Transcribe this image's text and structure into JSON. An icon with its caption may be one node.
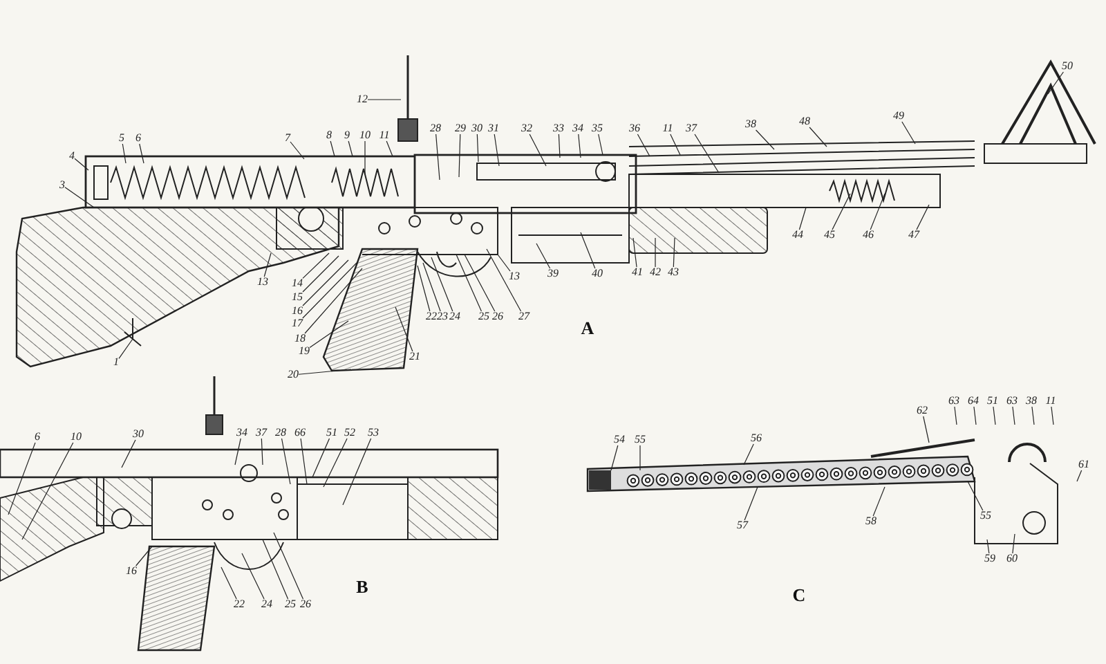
{
  "diagram": {
    "nodes": [
      {
        "text": [
          "12"
        ]
      },
      {
        "text": [
          "4"
        ]
      },
      {
        "text": [
          "5"
        ]
      },
      {
        "text": [
          "6"
        ]
      },
      {
        "text": [
          "7"
        ]
      },
      {
        "text": [
          "8"
        ]
      },
      {
        "text": [
          "9"
        ]
      },
      {
        "text": [
          "10"
        ]
      },
      {
        "text": [
          "11"
        ]
      },
      {
        "text": [
          "28"
        ]
      },
      {
        "text": [
          "29"
        ]
      },
      {
        "text": [
          "30"
        ]
      },
      {
        "text": [
          "31"
        ]
      },
      {
        "text": [
          "32"
        ]
      },
      {
        "text": [
          "33"
        ]
      },
      {
        "text": [
          "34"
        ]
      },
      {
        "text": [
          "35"
        ]
      },
      {
        "text": [
          "36"
        ]
      },
      {
        "text": [
          "11"
        ]
      },
      {
        "text": [
          "37"
        ]
      },
      {
        "text": [
          "38"
        ]
      },
      {
        "text": [
          "48"
        ]
      },
      {
        "text": [
          "49"
        ]
      },
      {
        "text": [
          "50"
        ]
      },
      {
        "text": [
          "3"
        ]
      },
      {
        "text": [
          "13"
        ]
      },
      {
        "text": [
          "14"
        ]
      },
      {
        "text": [
          "15"
        ]
      },
      {
        "text": [
          "16"
        ]
      },
      {
        "text": [
          "17"
        ]
      },
      {
        "text": [
          "18"
        ]
      },
      {
        "text": [
          "19"
        ]
      },
      {
        "text": [
          "20"
        ]
      },
      {
        "text": [
          "1"
        ]
      },
      {
        "text": [
          "21"
        ]
      },
      {
        "text": [
          "22"
        ]
      },
      {
        "text": [
          "23"
        ]
      },
      {
        "text": [
          "24"
        ]
      },
      {
        "text": [
          "25"
        ]
      },
      {
        "text": [
          "26"
        ]
      },
      {
        "text": [
          "27"
        ]
      },
      {
        "text": [
          "13"
        ]
      },
      {
        "text": [
          "39"
        ]
      },
      {
        "text": [
          "40"
        ]
      },
      {
        "text": [
          "41"
        ]
      },
      {
        "text": [
          "42"
        ]
      },
      {
        "text": [
          "43"
        ]
      },
      {
        "text": [
          "44"
        ]
      },
      {
        "text": [
          "45"
        ]
      },
      {
        "text": [
          "46"
        ]
      },
      {
        "text": [
          "47"
        ]
      },
      {
        "text": [
          "6"
        ]
      },
      {
        "text": [
          "10"
        ]
      },
      {
        "text": [
          "30"
        ]
      },
      {
        "text": [
          "34"
        ]
      },
      {
        "text": [
          "37"
        ]
      },
      {
        "text": [
          "28"
        ]
      },
      {
        "text": [
          "66"
        ]
      },
      {
        "text": [
          "51"
        ]
      },
      {
        "text": [
          "52"
        ]
      },
      {
        "text": [
          "53"
        ]
      },
      {
        "text": [
          "16"
        ]
      },
      {
        "text": [
          "22"
        ]
      },
      {
        "text": [
          "24"
        ]
      },
      {
        "text": [
          "25"
        ]
      },
      {
        "text": [
          "26"
        ]
      },
      {
        "text": [
          "54"
        ]
      },
      {
        "text": [
          "55"
        ]
      },
      {
        "text": [
          "56"
        ]
      },
      {
        "text": [
          "62"
        ]
      },
      {
        "text": [
          "63"
        ]
      },
      {
        "text": [
          "64"
        ]
      },
      {
        "text": [
          "51"
        ]
      },
      {
        "text": [
          "63"
        ]
      },
      {
        "text": [
          "38"
        ]
      },
      {
        "text": [
          "11"
        ]
      },
      {
        "text": [
          "61"
        ]
      },
      {
        "text": [
          "57"
        ]
      },
      {
        "text": [
          "58"
        ]
      },
      {
        "text": [
          "55"
        ]
      },
      {
        "text": [
          "59"
        ]
      },
      {
        "text": [
          "60"
        ]
      }
    ],
    "edges": [
      {
        "from": 0,
        "to": null,
        "arrow": "none"
      },
      {
        "from": 1,
        "to": null,
        "arrow": "none"
      },
      {
        "from": 2,
        "to": null,
        "arrow": "none"
      },
      {
        "from": 3,
        "to": null,
        "arrow": "none"
      },
      {
        "from": 4,
        "to": null,
        "arrow": "none"
      },
      {
        "from": 5,
        "to": null,
        "arrow": "none"
      },
      {
        "from": 6,
        "to": null,
        "arrow": "none"
      },
      {
        "from": 7,
        "to": null,
        "arrow": "none"
      },
      {
        "from": 8,
        "to": null,
        "arrow": "none"
      },
      {
        "from": 9,
        "to": null,
        "arrow": "none"
      },
      {
        "from": 10,
        "to": null,
        "arrow": "none"
      },
      {
        "from": 11,
        "to": null,
        "arrow": "none"
      },
      {
        "from": 12,
        "to": null,
        "arrow": "none"
      },
      {
        "from": 13,
        "to": null,
        "arrow": "none"
      },
      {
        "from": 14,
        "to": null,
        "arrow": "none"
      },
      {
        "from": 15,
        "to": null,
        "arrow": "none"
      },
      {
        "from": 16,
        "to": null,
        "arrow": "none"
      },
      {
        "from": 17,
        "to": null,
        "arrow": "none"
      },
      {
        "from": 18,
        "to": null,
        "arrow": "none"
      },
      {
        "from": 19,
        "to": null,
        "arrow": "none"
      },
      {
        "from": 20,
        "to": null,
        "arrow": "none"
      },
      {
        "from": 21,
        "to": null,
        "arrow": "none"
      },
      {
        "from": 22,
        "to": null,
        "arrow": "none"
      },
      {
        "from": 23,
        "to": null,
        "arrow": "none"
      },
      {
        "from": 24,
        "to": null,
        "arrow": "none"
      },
      {
        "from": 25,
        "to": null,
        "arrow": "none"
      },
      {
        "from": 26,
        "to": null,
        "arrow": "none"
      },
      {
        "from": 27,
        "to": null,
        "arrow": "none"
      },
      {
        "from": 28,
        "to": null,
        "arrow": "none"
      },
      {
        "from": 29,
        "to": null,
        "arrow": "none"
      },
      {
        "from": 30,
        "to": null,
        "arrow": "none"
      },
      {
        "from": 31,
        "to": null,
        "arrow": "none"
      },
      {
        "from": 32,
        "to": null,
        "arrow": "none"
      },
      {
        "from": 33,
        "to": null,
        "arrow": "none"
      },
      {
        "from": 34,
        "to": null,
        "arrow": "none"
      },
      {
        "from": 35,
        "to": null,
        "arrow": "none"
      },
      {
        "from": 36,
        "to": null,
        "arrow": "none"
      },
      {
        "from": 37,
        "to": null,
        "arrow": "none"
      },
      {
        "from": 38,
        "to": null,
        "arrow": "none"
      },
      {
        "from": 39,
        "to": null,
        "arrow": "none"
      },
      {
        "from": 40,
        "to": null,
        "arrow": "none"
      },
      {
        "from": 41,
        "to": null,
        "arrow": "none"
      },
      {
        "from": 42,
        "to": null,
        "arrow": "none"
      },
      {
        "from": 43,
        "to": null,
        "arrow": "none"
      },
      {
        "from": 44,
        "to": null,
        "arrow": "none"
      },
      {
        "from": 45,
        "to": null,
        "arrow": "none"
      },
      {
        "from": 46,
        "to": null,
        "arrow": "none"
      },
      {
        "from": 47,
        "to": null,
        "arrow": "none"
      },
      {
        "from": 48,
        "to": null,
        "arrow": "none"
      },
      {
        "from": 49,
        "to": null,
        "arrow": "none"
      },
      {
        "from": 50,
        "to": null,
        "arrow": "none"
      },
      {
        "from": 51,
        "to": null,
        "arrow": "none"
      },
      {
        "from": 52,
        "to": null,
        "arrow": "none"
      },
      {
        "from": 53,
        "to": null,
        "arrow": "none"
      },
      {
        "from": 54,
        "to": null,
        "arrow": "none"
      },
      {
        "from": 55,
        "to": null,
        "arrow": "none"
      },
      {
        "from": 56,
        "to": null,
        "arrow": "none"
      },
      {
        "from": 57,
        "to": null,
        "arrow": "none"
      },
      {
        "from": 58,
        "to": null,
        "arrow": "none"
      },
      {
        "from": 59,
        "to": null,
        "arrow": "none"
      },
      {
        "from": 60,
        "to": null,
        "arrow": "none"
      },
      {
        "from": 61,
        "to": null,
        "arrow": "none"
      },
      {
        "from": 62,
        "to": null,
        "arrow": "none"
      },
      {
        "from": 63,
        "to": null,
        "arrow": "none"
      },
      {
        "from": 64,
        "to": null,
        "arrow": "none"
      },
      {
        "from": 65,
        "to": null,
        "arrow": "none"
      },
      {
        "from": 66,
        "to": null,
        "arrow": "none"
      },
      {
        "from": 67,
        "to": null,
        "arrow": "none"
      },
      {
        "from": 68,
        "to": null,
        "arrow": "none"
      },
      {
        "from": 69,
        "to": null,
        "arrow": "none"
      },
      {
        "from": 70,
        "to": null,
        "arrow": "none"
      },
      {
        "from": 71,
        "to": null,
        "arrow": "none"
      },
      {
        "from": 72,
        "to": null,
        "arrow": "none"
      },
      {
        "from": 73,
        "to": null,
        "arrow": "none"
      },
      {
        "from": 74,
        "to": null,
        "arrow": "none"
      },
      {
        "from": 75,
        "to": null,
        "arrow": "none"
      },
      {
        "from": 76,
        "to": null,
        "arrow": "none"
      },
      {
        "from": 77,
        "to": null,
        "arrow": "none"
      },
      {
        "from": 78,
        "to": null,
        "arrow": "none"
      },
      {
        "from": 79,
        "to": null,
        "arrow": "none"
      },
      {
        "from": 80,
        "to": null,
        "arrow": "none"
      },
      {
        "from": 81,
        "to": null,
        "arrow": "none"
      }
    ],
    "labels": [
      "A",
      "B",
      "C"
    ]
  }
}
